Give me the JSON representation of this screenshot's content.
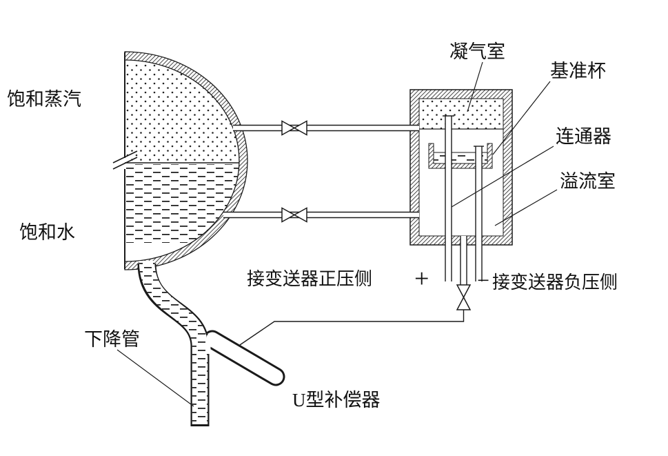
{
  "labels": {
    "saturated_steam": "饱和蒸汽",
    "saturated_water": "饱和水",
    "condensing_chamber": "凝气室",
    "reference_cup": "基准杯",
    "connector": "连通器",
    "overflow_chamber": "溢流室",
    "transmitter_positive_side": "接变送器正压侧",
    "plus_sign": "+",
    "minus_sign": "−",
    "transmitter_negative_side": "接变送器负压侧",
    "downcomer": "下降管",
    "u_type_compensator": "U型补偿器"
  },
  "colors": {
    "line": "#1a1a1a",
    "background": "#ffffff"
  }
}
